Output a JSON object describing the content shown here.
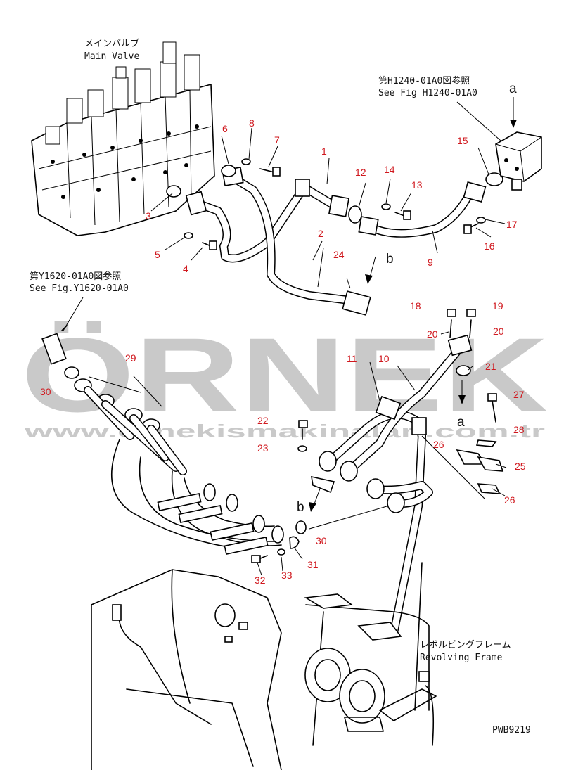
{
  "labels": {
    "main_valve_jp": "メインバルブ",
    "main_valve_en": "Main Valve",
    "ref_h1240_jp": "第H1240-01A0図参照",
    "ref_h1240_en": "See Fig H1240-01A0",
    "ref_y1620_jp": "第Y1620-01A0図参照",
    "ref_y1620_en": "See Fig.Y1620-01A0",
    "revolving_frame_jp": "レボルビングフレーム",
    "revolving_frame_en": "Revolving Frame",
    "drawing_code": "PWB9219"
  },
  "arrow_letters": {
    "a_top": "a",
    "a_mid": "a",
    "b_top": "b",
    "b_low": "b"
  },
  "watermark": {
    "brand": "ÖRNEK",
    "url": "www.ornekismakinalari.com.tr"
  },
  "colors": {
    "callout_numbers": "#d0181e",
    "line_art": "#000000",
    "watermark": "#c9c9c9",
    "watermark_accent": "#f0b400"
  },
  "callouts": {
    "n1": "1",
    "n2": "2",
    "n3": "3",
    "n4": "4",
    "n5": "5",
    "n6": "6",
    "n7": "7",
    "n8": "8",
    "n9": "9",
    "n10": "10",
    "n11": "11",
    "n12": "12",
    "n13": "13",
    "n14": "14",
    "n15": "15",
    "n16": "16",
    "n17": "17",
    "n18": "18",
    "n19": "19",
    "n20a": "20",
    "n20b": "20",
    "n21": "21",
    "n22": "22",
    "n23": "23",
    "n24": "24",
    "n25": "25",
    "n26a": "26",
    "n26b": "26",
    "n27": "27",
    "n28": "28",
    "n29": "29",
    "n30a": "30",
    "n30b": "30",
    "n31": "31",
    "n32": "32",
    "n33": "33"
  }
}
